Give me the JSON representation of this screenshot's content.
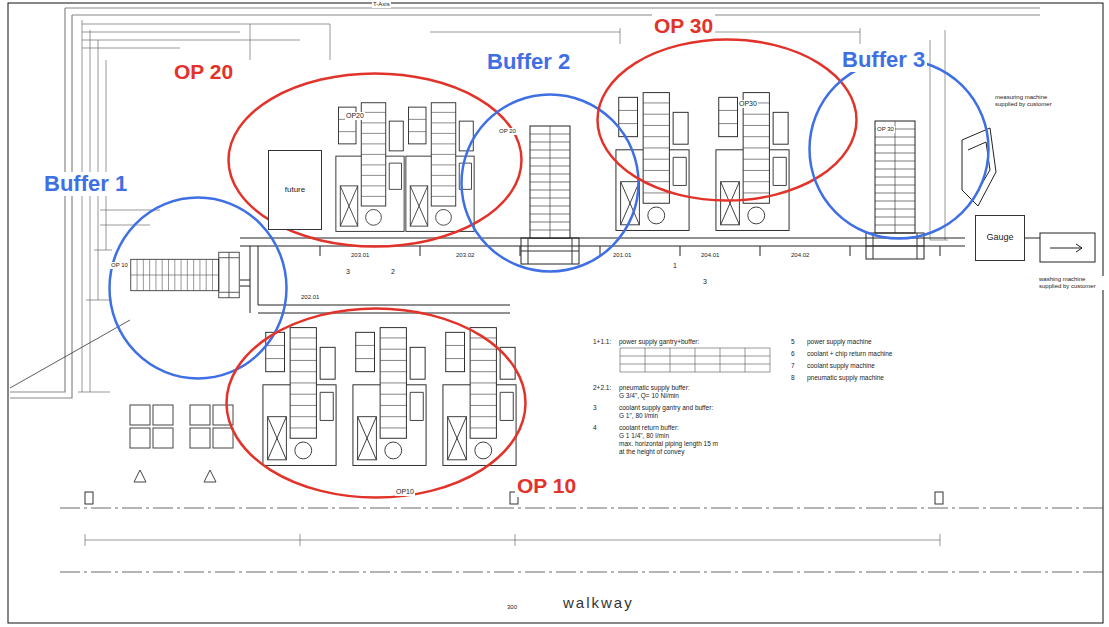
{
  "diagram": {
    "nodes": [
      {
        "text": [
          "OP 20"
        ]
      },
      {
        "text": [
          "future"
        ],
        "in": 0
      },
      {
        "text": [
          "Buffer 2"
        ]
      },
      {
        "text": [
          "OP 30"
        ]
      },
      {
        "text": [
          "Buffer 3"
        ]
      },
      {
        "text": [
          "Gauge"
        ]
      },
      {
        "text": [
          "Buffer 1"
        ]
      },
      {
        "text": [
          "OP 10"
        ]
      }
    ],
    "labels": [
      "T-Axis",
      "OP 10",
      "OP20",
      "OP 20",
      "OP30",
      "OP 30",
      "measuring machine supplied by customer",
      "washing machine supplied by customer",
      "203.01",
      "203.02",
      "201.01",
      "204.01",
      "204.02",
      "202.01",
      "3",
      "2",
      "1",
      "3",
      "OP10",
      "1+1.1:",
      "power supply gantry+buffer:",
      "2+2.1:",
      "pneumatic supply buffer:",
      "G 3/4\", Q= 10 Nl/min",
      "3",
      "coolant supply gantry and buffer:",
      "G 1\", 80 l/min",
      "4",
      "coolant return buffer:",
      "G 1 1/4\", 80 l/min",
      "max. horizontal piping length 15 m",
      "at the height of convey",
      "5",
      "power supply machine",
      "6",
      "coolant + chip return machine",
      "7",
      "coolant supply machine",
      "8",
      "pneumatic supply machine",
      "300",
      "walkway"
    ]
  }
}
